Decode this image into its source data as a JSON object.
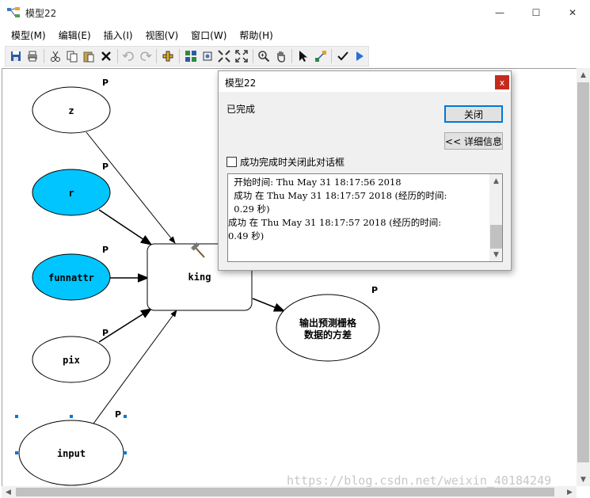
{
  "window": {
    "title": "模型22",
    "minimize_glyph": "—",
    "maximize_glyph": "☐",
    "close_glyph": "✕"
  },
  "menu": [
    {
      "label": "模型(M)"
    },
    {
      "label": "编辑(E)"
    },
    {
      "label": "插入(I)"
    },
    {
      "label": "视图(V)"
    },
    {
      "label": "窗口(W)"
    },
    {
      "label": "帮助(H)"
    }
  ],
  "toolbar_icons": [
    "save-icon",
    "print-icon",
    "cut-icon",
    "copy-icon",
    "paste-icon",
    "delete-icon",
    "undo-icon",
    "redo-icon",
    "add-data-icon",
    "auto-layout-icon",
    "full-extent-icon",
    "zoom-fixed-in-icon",
    "zoom-fixed-out-icon",
    "zoom-in-icon",
    "pan-icon",
    "select-icon",
    "connect-icon",
    "validate-icon",
    "run-icon"
  ],
  "model": {
    "nodes": [
      {
        "id": "z",
        "label": "z",
        "tag": "P"
      },
      {
        "id": "r",
        "label": "r",
        "tag": "P"
      },
      {
        "id": "funnattr",
        "label": "funnattr",
        "tag": "P"
      },
      {
        "id": "pix",
        "label": "pix",
        "tag": "P"
      },
      {
        "id": "input",
        "label": "input",
        "tag": "P"
      },
      {
        "id": "king",
        "label": "king"
      },
      {
        "id": "output",
        "label_line1": "输出预测栅格",
        "label_line2": "数据的方差",
        "tag": "P"
      }
    ],
    "colors": {
      "param_fill": "#00c5ff",
      "plain_fill": "#ffffff",
      "stroke": "#000000",
      "selection_handle": "#0078d7"
    }
  },
  "watermark": "https://blog.csdn.net/weixin_40184249",
  "dialog": {
    "title": "模型22",
    "close_glyph": "x",
    "status": "已完成",
    "close_button": "关闭",
    "details_button": "<< 详细信息",
    "checkbox_label": "成功完成时关闭此对话框",
    "checkbox_checked": false,
    "log_lines": [
      "  开始时间: Thu May 31 18:17:56 2018",
      "  成功 在 Thu May 31 18:17:57 2018 (经历的时间:",
      "  0.29 秒)",
      "成功 在 Thu May 31 18:17:57 2018 (经历的时间:",
      "0.49 秒)"
    ]
  }
}
